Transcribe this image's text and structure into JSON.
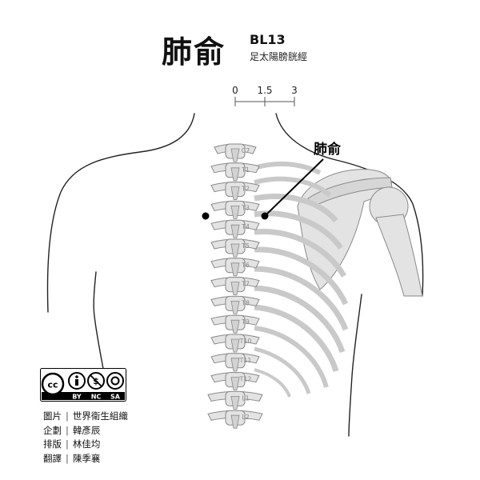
{
  "title": "肺俞",
  "code": "BL13",
  "meridian": "足太陽膀胱經",
  "scale": {
    "ticks": [
      "0",
      "1.5",
      "3"
    ]
  },
  "point_label": "肺俞",
  "vertebrae": [
    "C7",
    "T1",
    "T2",
    "T3",
    "T4",
    "T5",
    "T6",
    "T7",
    "T8",
    "T9",
    "T10",
    "T11",
    "T12",
    "L1",
    "L2"
  ],
  "license": {
    "badges": [
      "BY",
      "NC",
      "SA"
    ]
  },
  "credits": [
    {
      "role": "圖片",
      "name": "世界衛生組織"
    },
    {
      "role": "企劃",
      "name": "韓彥辰"
    },
    {
      "role": "排版",
      "name": "林佳均"
    },
    {
      "role": "翻譯",
      "name": "陳季襄"
    }
  ],
  "colors": {
    "bone": "#e3e3e3",
    "bone_stroke": "#8a8a8a",
    "outline": "#222222",
    "marker": "#000000"
  }
}
